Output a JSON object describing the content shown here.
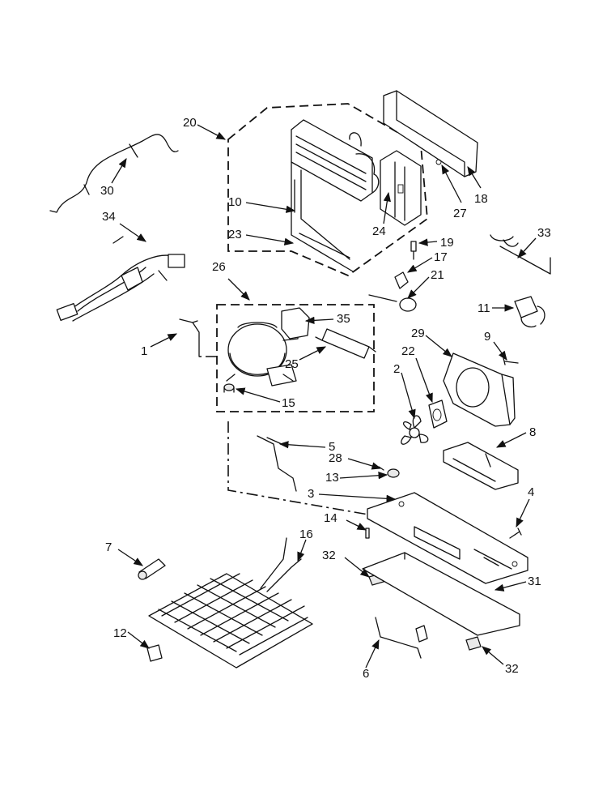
{
  "callouts": [
    {
      "id": "c20",
      "label": "20"
    },
    {
      "id": "c30",
      "label": "30"
    },
    {
      "id": "c34",
      "label": "34"
    },
    {
      "id": "c10",
      "label": "10"
    },
    {
      "id": "c23",
      "label": "23"
    },
    {
      "id": "c24",
      "label": "24"
    },
    {
      "id": "c27",
      "label": "27"
    },
    {
      "id": "c18",
      "label": "18"
    },
    {
      "id": "c19",
      "label": "19"
    },
    {
      "id": "c17",
      "label": "17"
    },
    {
      "id": "c33",
      "label": "33"
    },
    {
      "id": "c26",
      "label": "26"
    },
    {
      "id": "c21",
      "label": "21"
    },
    {
      "id": "c35",
      "label": "35"
    },
    {
      "id": "c11",
      "label": "11"
    },
    {
      "id": "c1",
      "label": "1"
    },
    {
      "id": "c25",
      "label": "25"
    },
    {
      "id": "c29",
      "label": "29"
    },
    {
      "id": "c9",
      "label": "9"
    },
    {
      "id": "c22",
      "label": "22"
    },
    {
      "id": "c2",
      "label": "2"
    },
    {
      "id": "c15",
      "label": "15"
    },
    {
      "id": "c8",
      "label": "8"
    },
    {
      "id": "c5",
      "label": "5"
    },
    {
      "id": "c28",
      "label": "28"
    },
    {
      "id": "c13",
      "label": "13"
    },
    {
      "id": "c3",
      "label": "3"
    },
    {
      "id": "c4",
      "label": "4"
    },
    {
      "id": "c14",
      "label": "14"
    },
    {
      "id": "c7",
      "label": "7"
    },
    {
      "id": "c16",
      "label": "16"
    },
    {
      "id": "c32a",
      "label": "32"
    },
    {
      "id": "c31",
      "label": "31"
    },
    {
      "id": "c12",
      "label": "12"
    },
    {
      "id": "c6",
      "label": "6"
    },
    {
      "id": "c32b",
      "label": "32"
    }
  ]
}
